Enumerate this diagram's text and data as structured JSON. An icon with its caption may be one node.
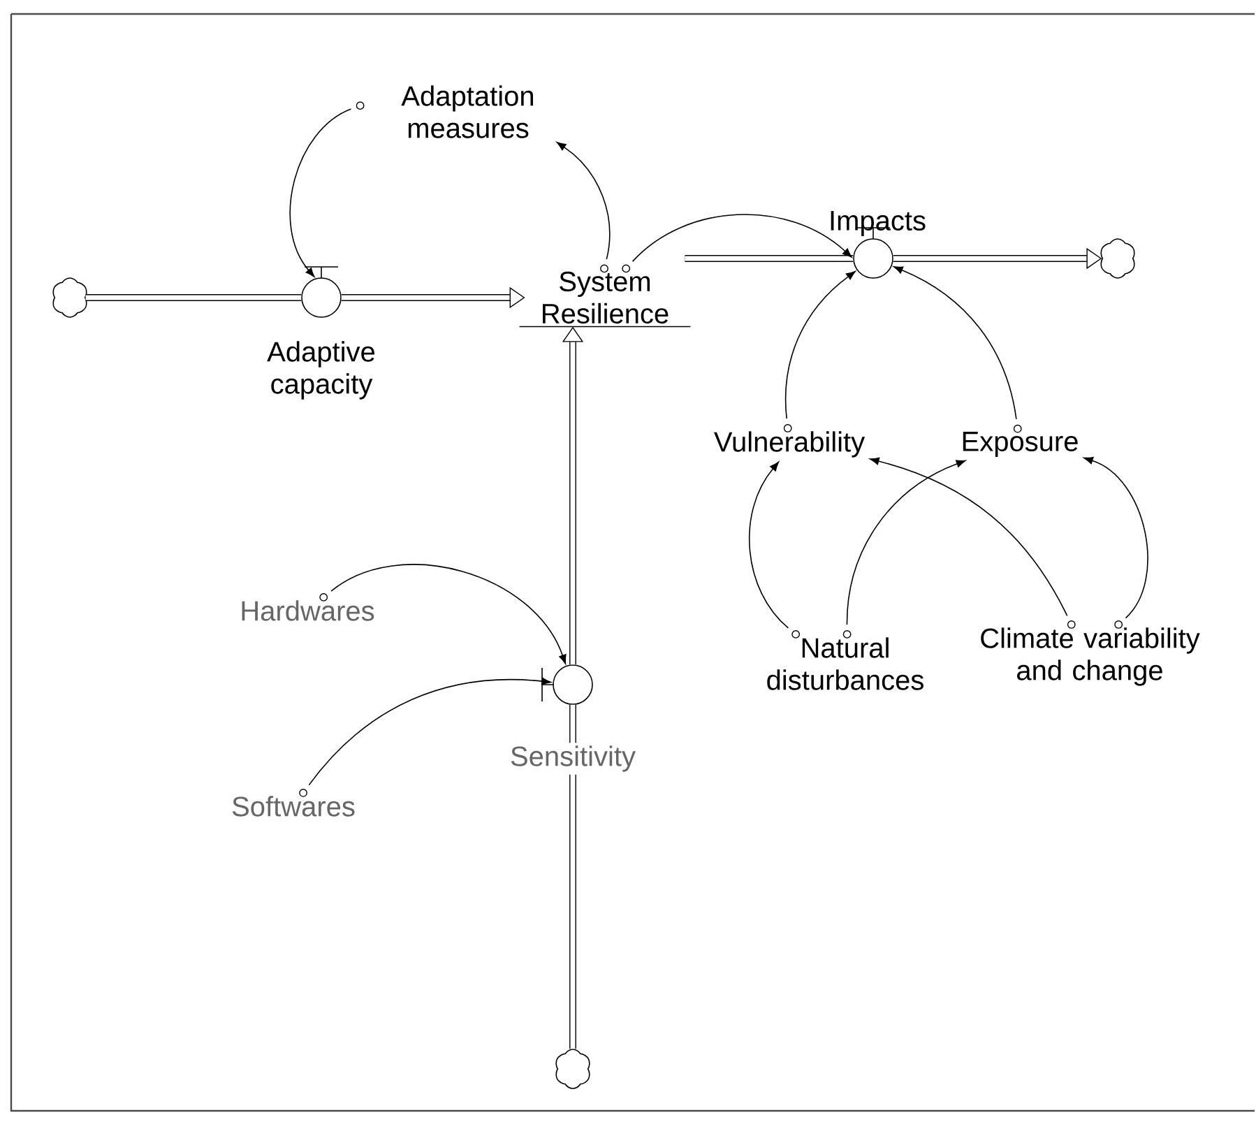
{
  "diagram": {
    "nodes": [
      {
        "text": [],
        "shape": "cloud"
      },
      {
        "text": [],
        "shape": "circle",
        "beside": [
          "Adaptive capacity"
        ]
      },
      {
        "text": [
          "System Resilience"
        ]
      },
      {
        "text": [
          "Adaptation measures"
        ]
      },
      {
        "text": [],
        "shape": "circle",
        "beside": [
          "Impacts"
        ]
      },
      {
        "text": [],
        "shape": "cloud"
      },
      {
        "text": [],
        "shape": "circle",
        "beside": [
          "Sensitivity"
        ]
      },
      {
        "text": [],
        "shape": "cloud"
      },
      {
        "text": [
          "Hardwares"
        ]
      },
      {
        "text": [
          "Softwares"
        ]
      },
      {
        "text": [
          "Vulnerability"
        ]
      },
      {
        "text": [
          "Exposure"
        ]
      },
      {
        "text": [
          "Natural disturbances"
        ]
      },
      {
        "text": [
          "Climate variability and change"
        ]
      }
    ],
    "edges": [
      {
        "from": 0,
        "to": 1,
        "arrow": "none",
        "style": "thick"
      },
      {
        "from": 1,
        "to": 2,
        "arrow": "to",
        "style": "thick"
      },
      {
        "from": 2,
        "to": 4,
        "arrow": "none",
        "style": "thick"
      },
      {
        "from": 4,
        "to": 5,
        "arrow": "to",
        "style": "thick"
      },
      {
        "from": 7,
        "to": 6,
        "arrow": "none",
        "style": "thick"
      },
      {
        "from": 6,
        "to": 2,
        "arrow": "to",
        "style": "thick"
      },
      {
        "from": 2,
        "to": 3,
        "arrow": "to"
      },
      {
        "from": 3,
        "to": 1,
        "arrow": "to"
      },
      {
        "from": 2,
        "to": 4,
        "arrow": "to"
      },
      {
        "from": 10,
        "to": 4,
        "arrow": "to"
      },
      {
        "from": 11,
        "to": 4,
        "arrow": "to"
      },
      {
        "from": 8,
        "to": 6,
        "arrow": "to"
      },
      {
        "from": 9,
        "to": 6,
        "arrow": "to"
      },
      {
        "from": 12,
        "to": 10,
        "arrow": "to"
      },
      {
        "from": 12,
        "to": 11,
        "arrow": "to"
      },
      {
        "from": 13,
        "to": 11,
        "arrow": "to"
      },
      {
        "from": 13,
        "to": 10,
        "arrow": "to"
      }
    ]
  }
}
